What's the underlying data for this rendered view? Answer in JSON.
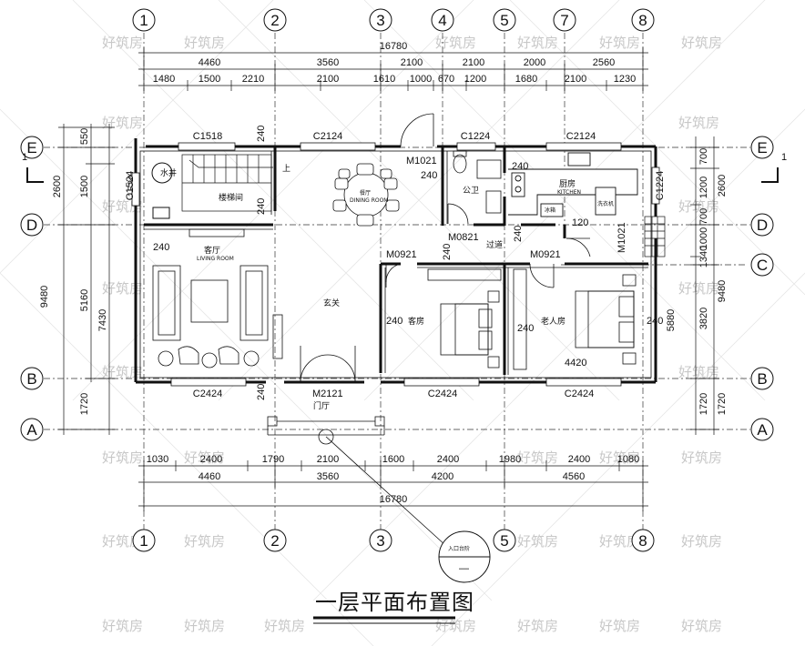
{
  "title": "一层平面布置图",
  "watermark": "好筑房",
  "axes_top": [
    "1",
    "2",
    "3",
    "4",
    "5",
    "7",
    "8"
  ],
  "axes_bottom": [
    "1",
    "2",
    "3",
    "5",
    "8"
  ],
  "axes_side": [
    "E",
    "D",
    "C",
    "B",
    "A"
  ],
  "section_mark": "1",
  "dims_top": {
    "total": "16780",
    "row2": [
      "4460",
      "3560",
      "2100",
      "2100",
      "2000",
      "2560"
    ],
    "row3": [
      "1480",
      "1500",
      "2210",
      "2100",
      "1610",
      "1000",
      "670",
      "1200",
      "1680",
      "2100",
      "1230"
    ]
  },
  "dims_bottom": {
    "row1": [
      "1030",
      "2400",
      "1790",
      "2100",
      "1600",
      "2400",
      "1980",
      "2400",
      "1080"
    ],
    "row2": [
      "4460",
      "3560",
      "4200",
      "4560"
    ],
    "total": "16780"
  },
  "dims_left": {
    "outer": [
      "550",
      "2600",
      "1500",
      "1524"
    ],
    "mid": [
      "9480",
      "5160",
      "7430",
      "1720"
    ]
  },
  "dims_right": {
    "inner": [
      "700",
      "1200",
      "700",
      "1000",
      "1340",
      "3820",
      "1720"
    ],
    "outer": [
      "2600",
      "9480",
      "5880",
      "1720"
    ]
  },
  "windows": [
    "C1518",
    "C2124",
    "C1224",
    "C2124",
    "C1524",
    "C1224",
    "C2424",
    "C2424",
    "C2424"
  ],
  "doors": [
    "M1021",
    "M0821",
    "M0921",
    "M0921",
    "M1021",
    "M2121"
  ],
  "wall_marks": [
    "240",
    "240",
    "240",
    "240",
    "240",
    "240",
    "240",
    "240",
    "240",
    "240",
    "240",
    "120"
  ],
  "rooms": {
    "water_well": "水井",
    "stair": "楼梯间",
    "up": "上",
    "dining": "餐厅",
    "dining_en": "DINING ROOM",
    "living": "客厅",
    "living_en": "LIVING ROOM",
    "foyer": "玄关",
    "public_wc": "公卫",
    "kitchen": "厨房",
    "kitchen_en": "KITCHEN",
    "fridge": "冰箱",
    "washer": "洗衣机",
    "corridor": "过道",
    "guest": "客房",
    "elder": "老人房",
    "porch": "门厅",
    "room_width": "4420"
  },
  "entry_callout": [
    "入口台阶",
    "—"
  ]
}
